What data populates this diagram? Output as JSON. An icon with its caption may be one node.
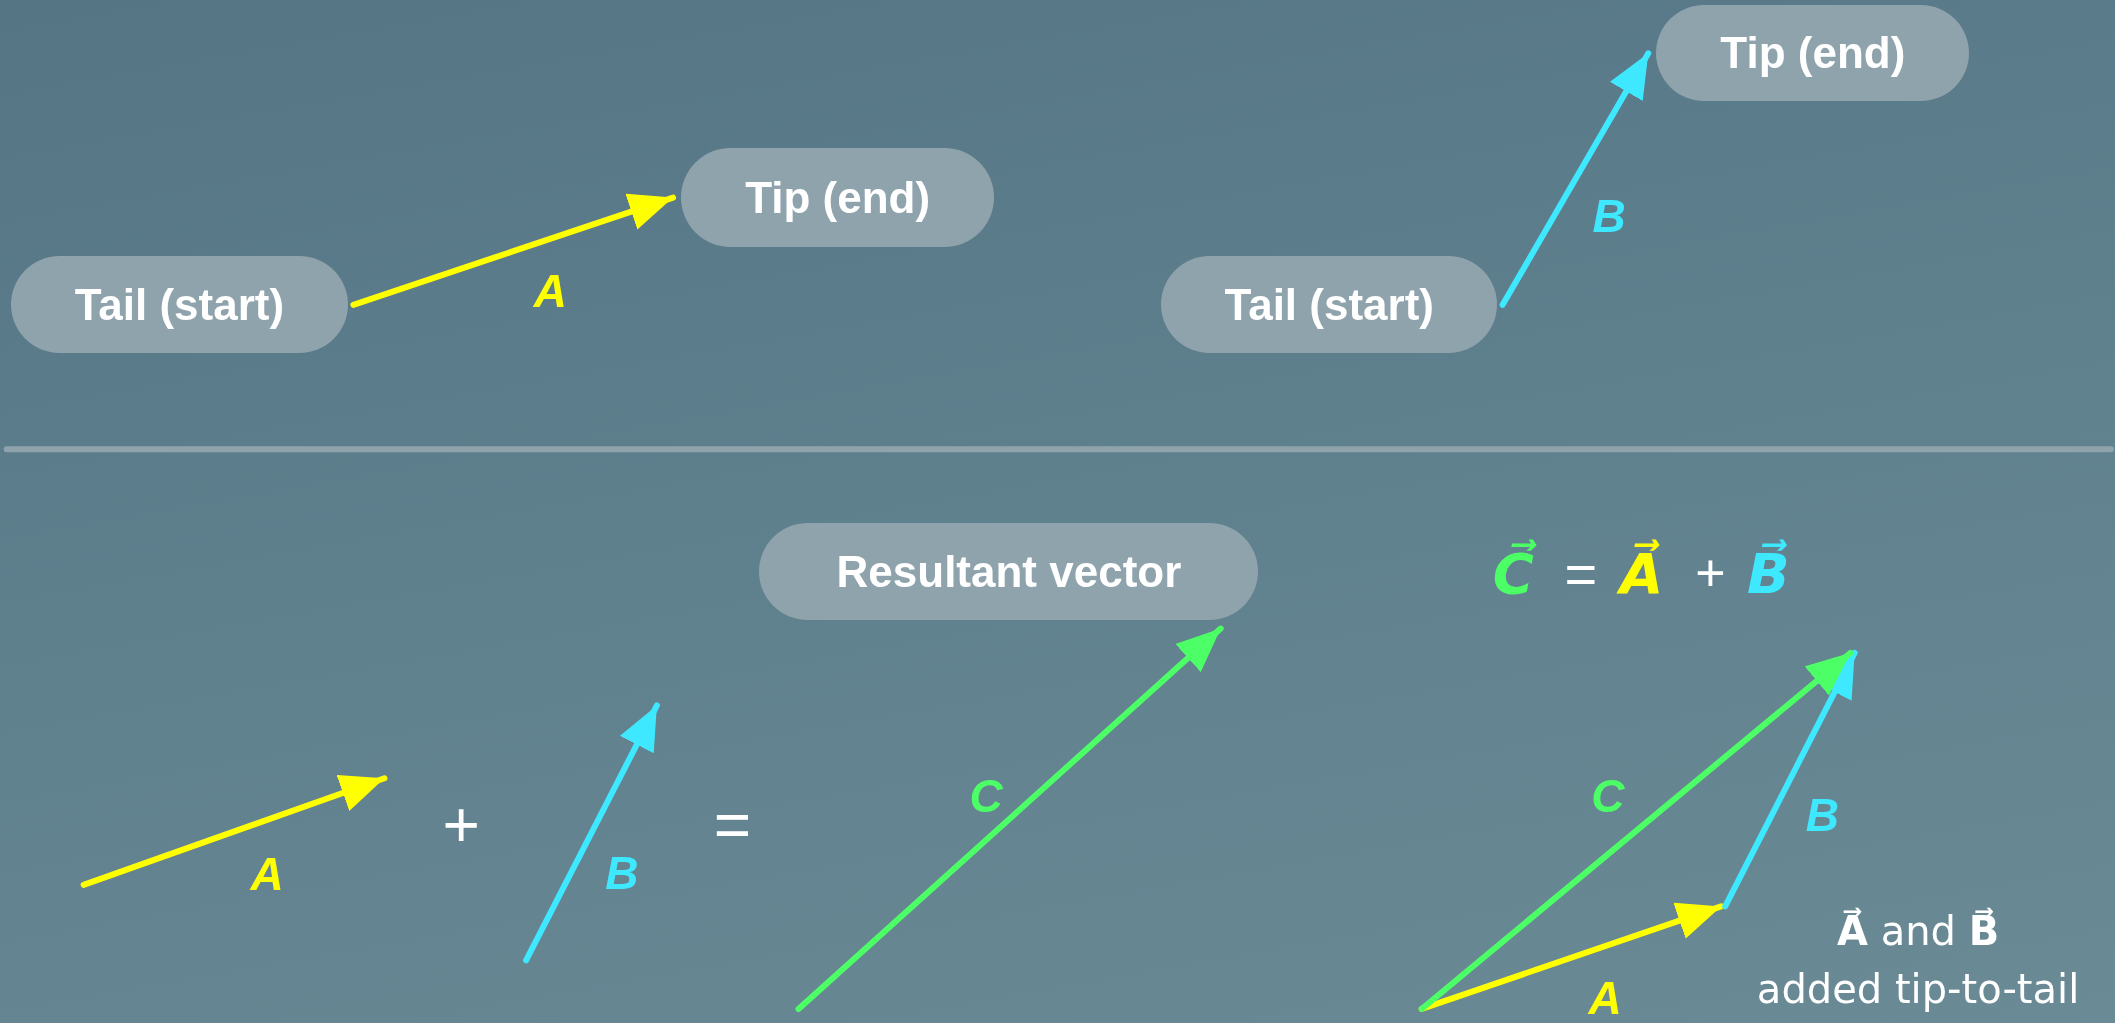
{
  "diagram": {
    "nodes": [
      {
        "text": [
          "Tail (start)"
        ]
      },
      {
        "text": [
          "Tip (end)"
        ]
      },
      {
        "text": [
          "Tail (start)"
        ]
      },
      {
        "text": [
          "Tip (end)"
        ]
      },
      {
        "text": [
          "Resultant vector"
        ]
      }
    ],
    "edges": [
      {
        "from": 0,
        "to": 1,
        "arrow": "to",
        "label": "A",
        "color": "#ffff00"
      },
      {
        "from": 2,
        "to": 3,
        "arrow": "to",
        "label": "B",
        "color": "#3ee8ff"
      },
      {
        "from": null,
        "to": 4,
        "arrow": "to",
        "label": "C",
        "color": "#4dff66"
      }
    ],
    "labels": [
      "C⃗",
      "=",
      "A⃗",
      "+",
      "B⃗",
      "C",
      "+",
      "=",
      "B",
      "A",
      "B",
      "A",
      "**A⃗** and **B⃗**",
      "added tip-to-tail"
    ]
  }
}
